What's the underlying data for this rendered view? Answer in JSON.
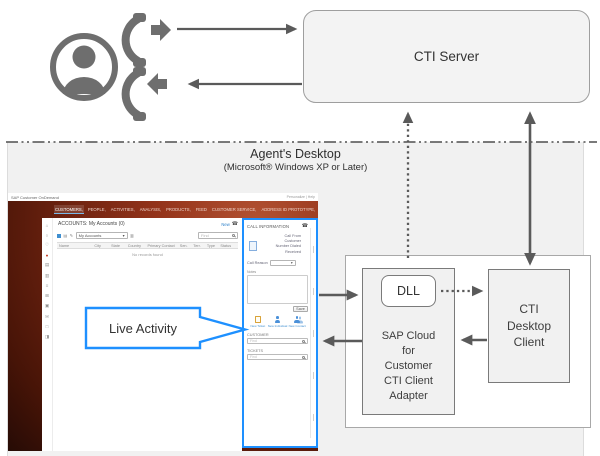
{
  "colors": {
    "accent_blue": "#1E90FF",
    "arrow_gray": "#5a5a5a",
    "box_fill": "#f1f1f1",
    "box_border": "#7a7a7a",
    "desktop_fill": "#f1f1f1",
    "wallpaper_red": "#93331a"
  },
  "cti_server": {
    "label": "CTI Server"
  },
  "agent_desktop": {
    "title": "Agent's Desktop",
    "subtitle": "(Microsoft® Windows XP or Later)"
  },
  "callout": {
    "label": "Live Activity"
  },
  "adapter": {
    "dll_label": "DLL",
    "label": "SAP Cloud\nfor\nCustomer\nCTI Client\nAdapter"
  },
  "cti_desktop_client": {
    "label": "CTI\nDesktop\nClient"
  },
  "icons": {
    "agent": "person-in-circle",
    "outgoing_call": "phone-handset-right-arrow",
    "incoming_call": "phone-handset-left-arrow",
    "phone_glyph": "☎",
    "caret": "▾",
    "grid_glyph": "▤",
    "edit_glyph": "✎",
    "list_glyph": "▥"
  },
  "screenshot": {
    "titlebar": {
      "app_title": "SAP Customer OnDemand",
      "links": "Personalize | Help"
    },
    "nav_tabs": [
      "CUSTOMERS,",
      "PEOPLE,",
      "ACTIVITIES,",
      "ANALYSIS,",
      "PRODUCTS,",
      "FEED",
      "CUSTOMER SERVICE,",
      "ADDRESS ID PROTOTYPE,"
    ],
    "side_icons": [
      "⌂",
      "○",
      "♡",
      "●",
      "▤",
      "▥",
      "≡",
      "⊞",
      "▣",
      "✉",
      "□",
      "◨"
    ],
    "accounts": {
      "title": "ACCOUNTS: My Accounts (0)",
      "new_link": "New",
      "view_selector": "My Accounts",
      "find_placeholder": "Find",
      "table_headers": [
        "Name",
        "City",
        "State",
        "Country",
        "Primary Contact",
        "Sen.",
        "Terr.",
        "Type",
        "Status"
      ],
      "empty_message": "No records found"
    },
    "call_panel": {
      "title": "CALL INFORMATION",
      "fields": [
        "Call From",
        "Customer",
        "Number Dialed",
        "Received"
      ],
      "call_reason_label": "Call Reason",
      "notes_label": "Notes",
      "save_button": "Save",
      "actions": [
        "New Ticket",
        "New Individual",
        "New Contact"
      ],
      "customer_section": "CUSTOMER",
      "tickets_section": "TICKETS",
      "find_placeholder": "Find"
    }
  }
}
